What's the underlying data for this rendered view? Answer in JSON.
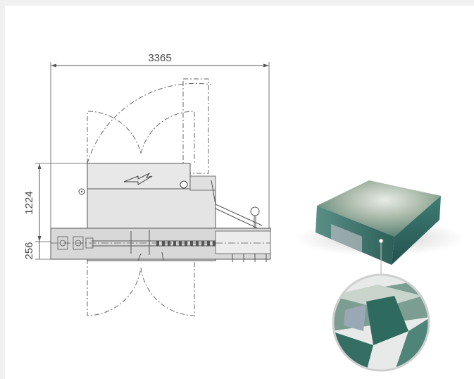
{
  "diagram": {
    "dimensions": {
      "overall_width": "3365",
      "height_upper": "1224",
      "height_lower": "256"
    },
    "colors": {
      "line": "#555555",
      "body_fill": "#e6e6e6",
      "conveyor_fill": "#d4d4d4"
    }
  },
  "photo": {
    "icons": [
      "shrink-wrapped-pack-image",
      "magnified-corner-detail-image"
    ]
  }
}
